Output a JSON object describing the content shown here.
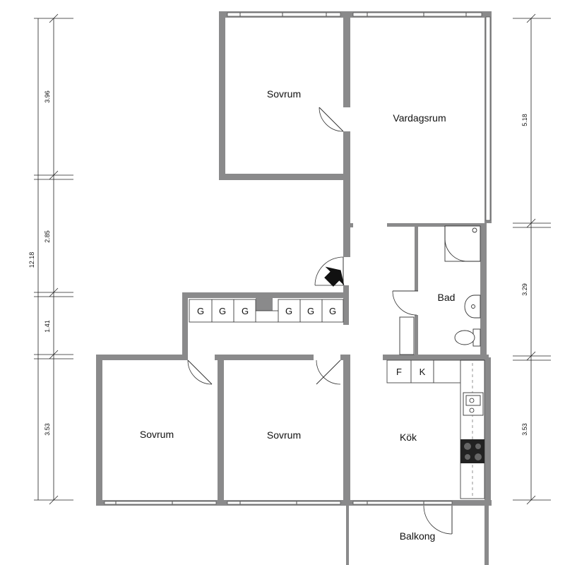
{
  "rooms": {
    "sovrum_top": "Sovrum",
    "vardagsrum": "Vardagsrum",
    "bad": "Bad",
    "sovrum_left": "Sovrum",
    "sovrum_mid": "Sovrum",
    "kok": "Kök",
    "balkong": "Balkong"
  },
  "closets": [
    "G",
    "G",
    "G",
    "G",
    "G",
    "G"
  ],
  "kitchen_units": {
    "fridge": "F",
    "freezer": "K"
  },
  "dimensions": {
    "left": [
      "3.96",
      "2.85",
      "1.41",
      "3.53"
    ],
    "total": "12.18",
    "right": [
      "5.18",
      "3.29",
      "3.53"
    ]
  }
}
